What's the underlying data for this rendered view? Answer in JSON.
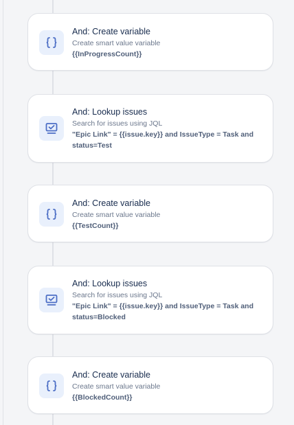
{
  "steps": [
    {
      "icon": "variable-icon",
      "title": "And: Create variable",
      "subtitle": "Create smart value variable",
      "detail": "{{InProgressCount}}"
    },
    {
      "icon": "lookup-issues-icon",
      "title": "And: Lookup issues",
      "subtitle": "Search for issues using JQL",
      "detail": "\"Epic Link\" = {{issue.key}} and IssueType = Task and status=Test"
    },
    {
      "icon": "variable-icon",
      "title": "And: Create variable",
      "subtitle": "Create smart value variable",
      "detail": "{{TestCount}}"
    },
    {
      "icon": "lookup-issues-icon",
      "title": "And: Lookup issues",
      "subtitle": "Search for issues using JQL",
      "detail": "\"Epic Link\" = {{issue.key}} and IssueType = Task and status=Blocked"
    },
    {
      "icon": "variable-icon",
      "title": "And: Create variable",
      "subtitle": "Create smart value variable",
      "detail": "{{BlockedCount}}"
    }
  ],
  "colors": {
    "icon_accent": "#4c6ec5",
    "icon_background": "#e9f0fc",
    "card_background": "#ffffff",
    "page_background": "#f4f5f7"
  }
}
